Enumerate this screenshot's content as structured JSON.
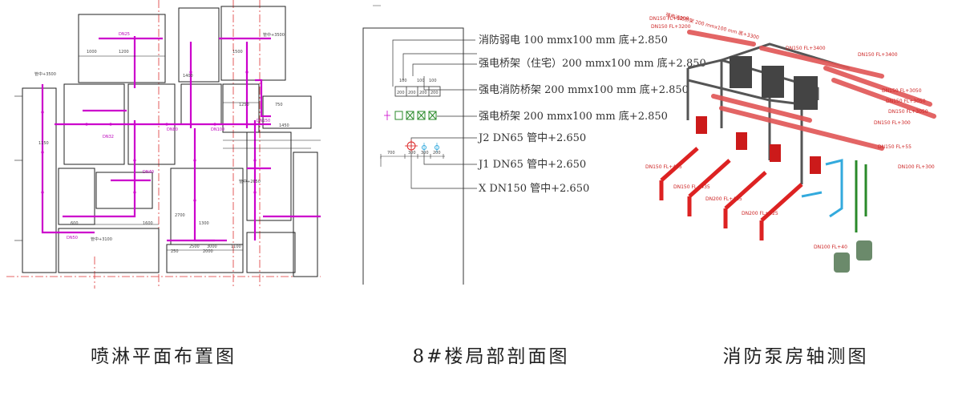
{
  "captions": {
    "left": "喷淋平面布置图",
    "middle": "8#楼局部剖面图",
    "right": "消防泵房轴测图"
  },
  "section": {
    "labels": [
      "消防弱电 100 mmx100 mm 底+2.850",
      "强电桥架（住宅）200 mmx100 mm 底+2.850",
      "强电消防桥架 200 mmx100 mm 底+2.850",
      "强电桥架 200 mmx100 mm 底+2.850",
      "J2 DN65  管中+2.650",
      "J1 DN65  管中+2.650",
      "X DN150  管中+2.650"
    ],
    "dims_top": [
      "100",
      "100",
      "100",
      "200",
      "200",
      "200",
      "200"
    ],
    "dims_bottom": [
      "700",
      "300",
      "300",
      "200"
    ]
  },
  "plan": {
    "dims": [
      "1000",
      "1200",
      "1400",
      "1500",
      "2500",
      "3000",
      "1100",
      "1150",
      "1250",
      "750",
      "2700",
      "1450",
      "1300",
      "1600",
      "2000",
      "250",
      "600"
    ],
    "pipes": [
      "DN25",
      "DN32",
      "DN40",
      "DN50",
      "DN80",
      "DN100",
      "DN150"
    ],
    "tags": [
      "管中+3500",
      "管中+3500",
      "管中+2650",
      "管中+3100"
    ]
  },
  "axon": {
    "pipe_labels": [
      "DN150 FL+3200",
      "DN150 FL+3200",
      "DN150 FL+3400",
      "DN150 FL+3400",
      "DN150 FL+3050",
      "DN150 FL+3050",
      "DN150 FL+3050",
      "DN100 FL+300",
      "DN150 FL+435",
      "DN150 FL+435",
      "DN200 FL+435",
      "DN200 FL+425",
      "DN150 FL+55",
      "DN100 FL+40",
      "DN150 FL+300"
    ],
    "tray_label": "强电消防桥架 200 mmx100 mm 底+3300"
  },
  "colors": {
    "magenta": "#cc00cc",
    "red": "#dd2222",
    "green": "#2a8a2a",
    "cyan": "#33aadd",
    "line": "#222222"
  }
}
